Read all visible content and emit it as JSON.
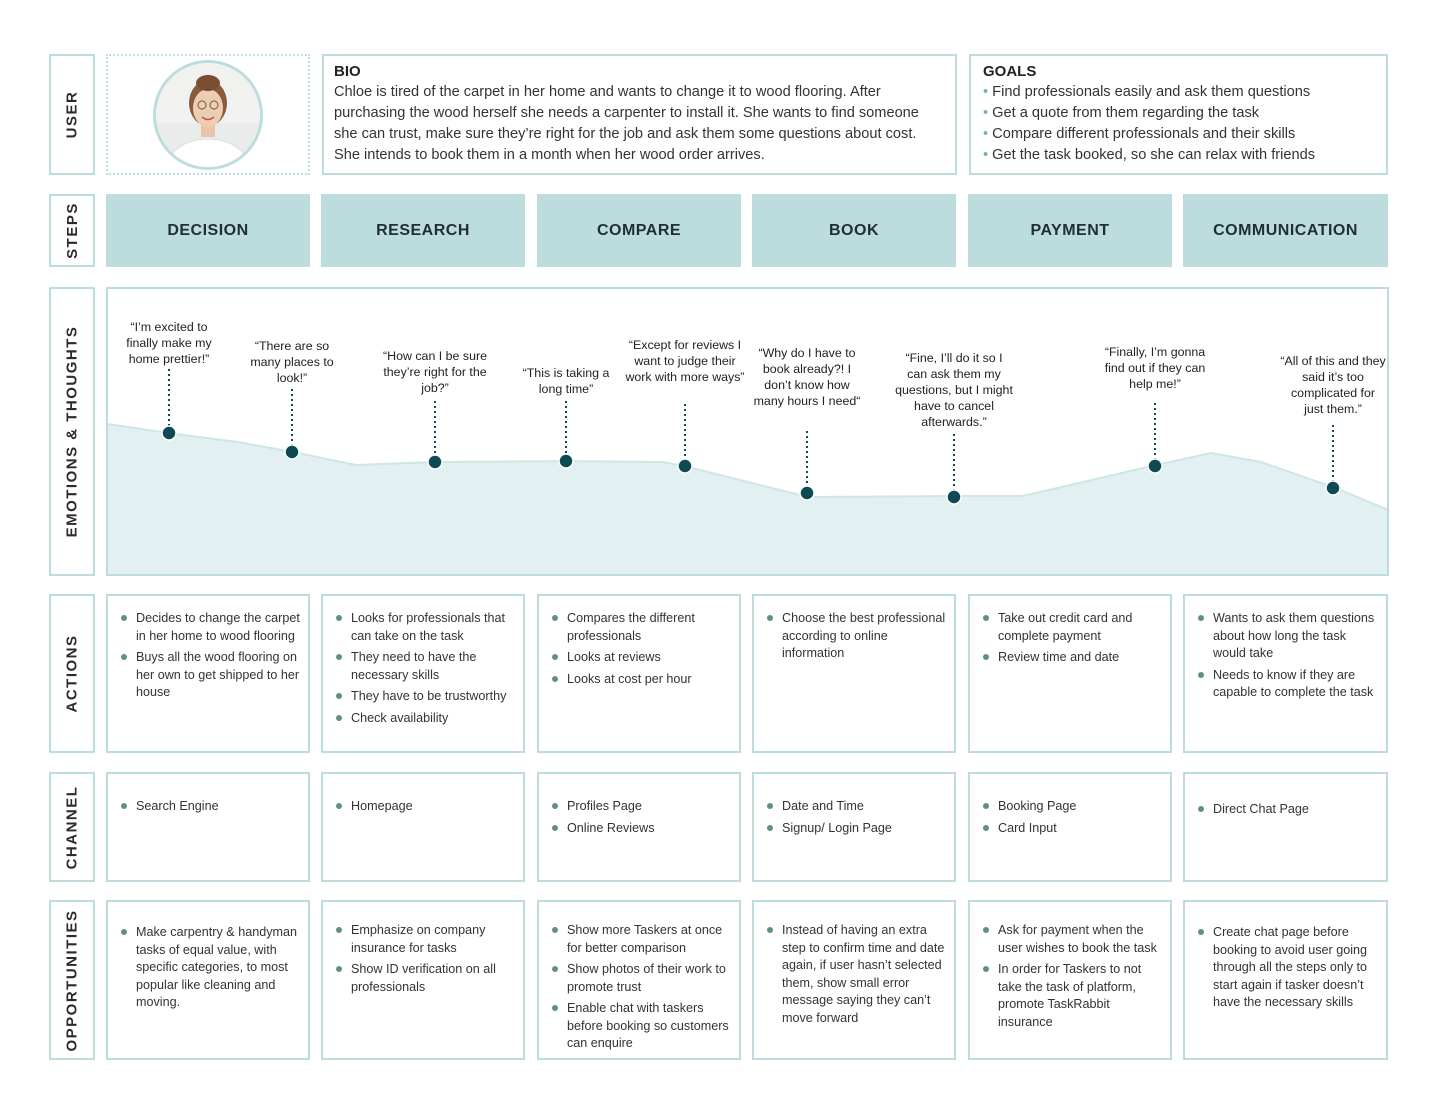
{
  "rows": {
    "user": "USER",
    "steps": "STEPS",
    "emotions": "EMOTIONS & THOUGHTS",
    "actions": "ACTIONS",
    "channel": "CHANNEL",
    "opportunities": "OPPORTUNITIES"
  },
  "bio": {
    "title": "BIO",
    "text": "Chloe is tired of the carpet in her home and wants to change it to wood flooring. After purchasing the wood herself she needs a carpenter to install it. She wants to find someone she can trust, make sure they’re right for the job and ask them some questions about cost. She intends to book them in a month when her wood order arrives."
  },
  "goals": {
    "title": "GOALS",
    "items": [
      "Find professionals easily and ask them questions",
      "Get a quote from them regarding the task",
      "Compare different professionals and their skills",
      "Get the task booked, so she can relax with friends"
    ]
  },
  "steps": [
    "DECISION",
    "RESEARCH",
    "COMPARE",
    "BOOK",
    "PAYMENT",
    "COMMUNICATION"
  ],
  "emotions": {
    "quotes": [
      "“I’m excited to finally make my home prettier!”",
      "“There are so many places to look!”",
      "“How can I be sure they’re right for the job?”",
      "“This is taking a long time”",
      "“Except for reviews I want to judge their work  with more ways”",
      "“Why do I have to book already?! I don’t know how many hours I need“",
      "“Fine, I’ll do it so I can ask them my questions, but I might have to cancel afterwards.”",
      "“Finally, I’m gonna find out if they can help me!”",
      "“All of this and they said it’s too complicated for just them.”"
    ]
  },
  "actions": [
    [
      "Decides to change the carpet in her home to wood flooring",
      "Buys all the wood flooring on her own to get shipped to her house"
    ],
    [
      "Looks for professionals that can take on the task",
      "They need to have the necessary skills",
      "They have to be trustworthy",
      "Check availability"
    ],
    [
      "Compares the different professionals",
      "Looks at reviews",
      "Looks at cost per hour"
    ],
    [
      "Choose the best professional according to online information"
    ],
    [
      "Take out credit card and complete payment",
      "Review time and date"
    ],
    [
      "Wants to ask them questions about how long the task would take",
      "Needs to know if they are capable to complete the task"
    ]
  ],
  "channel": [
    [
      "Search Engine"
    ],
    [
      "Homepage"
    ],
    [
      "Profiles Page",
      "Online Reviews"
    ],
    [
      "Date and Time",
      "Signup/ Login Page"
    ],
    [
      "Booking Page",
      "Card Input"
    ],
    [
      "Direct Chat Page"
    ]
  ],
  "opportunities": [
    [
      "Make carpentry & handyman tasks of equal value, with specific categories, to most popular like cleaning and moving."
    ],
    [
      "Emphasize on company insurance for tasks",
      "Show ID verification on all professionals"
    ],
    [
      "Show more Taskers at once for better comparison",
      "Show photos of their work to promote trust",
      "Enable chat with taskers before booking so customers can enquire"
    ],
    [
      "Instead of having an extra step to confirm time and date again, if user hasn’t selected them, show small error message saying they can’t move forward"
    ],
    [
      "Ask for payment when the user wishes to book the task",
      "In order for Taskers to not take the task of platform, promote TaskRabbit  insurance"
    ],
    [
      "Create chat page before booking to avoid user going through all the steps only to start again if tasker doesn’t have the necessary skills"
    ]
  ],
  "colors": {
    "accent": "#bcdcde",
    "dot": "#0d4a53",
    "area": "#e3f0f1",
    "bullet": "#5d8f8e"
  },
  "icons": {
    "avatar": "user-photo"
  }
}
